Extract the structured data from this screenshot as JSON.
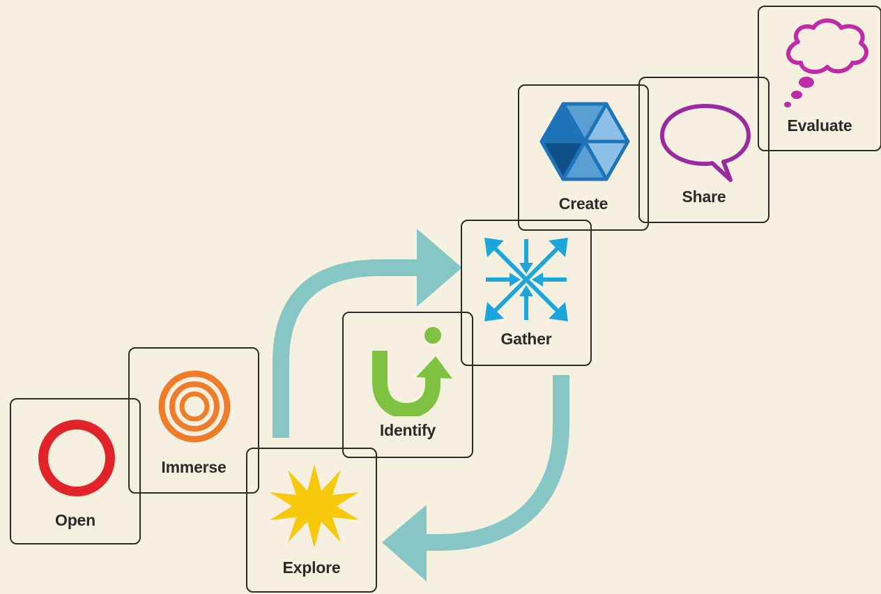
{
  "steps": [
    {
      "id": "open",
      "label": "Open",
      "icon": "red-ring-icon",
      "color": "#e2232a"
    },
    {
      "id": "immerse",
      "label": "Immerse",
      "icon": "concentric-circles-icon",
      "color": "#ee7d2b"
    },
    {
      "id": "explore",
      "label": "Explore",
      "icon": "starburst-icon",
      "color": "#f8c80a"
    },
    {
      "id": "identify",
      "label": "Identify",
      "icon": "u-turn-arrow-icon",
      "color": "#7fc241"
    },
    {
      "id": "gather",
      "label": "Gather",
      "icon": "converging-arrows-icon",
      "color": "#1ba6dc"
    },
    {
      "id": "create",
      "label": "Create",
      "icon": "hexagon-icon",
      "color": "#1f74b9"
    },
    {
      "id": "share",
      "label": "Share",
      "icon": "speech-bubble-icon",
      "color": "#9a2aa0"
    },
    {
      "id": "evaluate",
      "label": "Evaluate",
      "icon": "thought-bubble-icon",
      "color": "#c12aa6"
    }
  ],
  "cycle_arrow_color": "#86c7c5",
  "background": "#f5f0df"
}
